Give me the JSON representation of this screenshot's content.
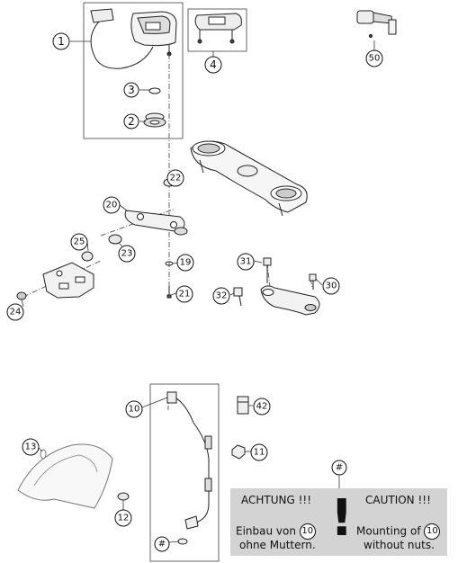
{
  "callouts": [
    "1",
    "2",
    "3",
    "4",
    "50",
    "22",
    "20",
    "25",
    "23",
    "19",
    "21",
    "24",
    "31",
    "30",
    "32",
    "10",
    "42",
    "11",
    "13",
    "12",
    "#",
    "#"
  ],
  "note": {
    "de_title": "ACHTUNG !!!",
    "en_title": "CAUTION !!!",
    "de_line1": "Einbau von",
    "de_line2": "ohne Muttern.",
    "en_line1": "Mounting of",
    "en_line2": "without nuts.",
    "ref": "10",
    "mark": "!"
  }
}
